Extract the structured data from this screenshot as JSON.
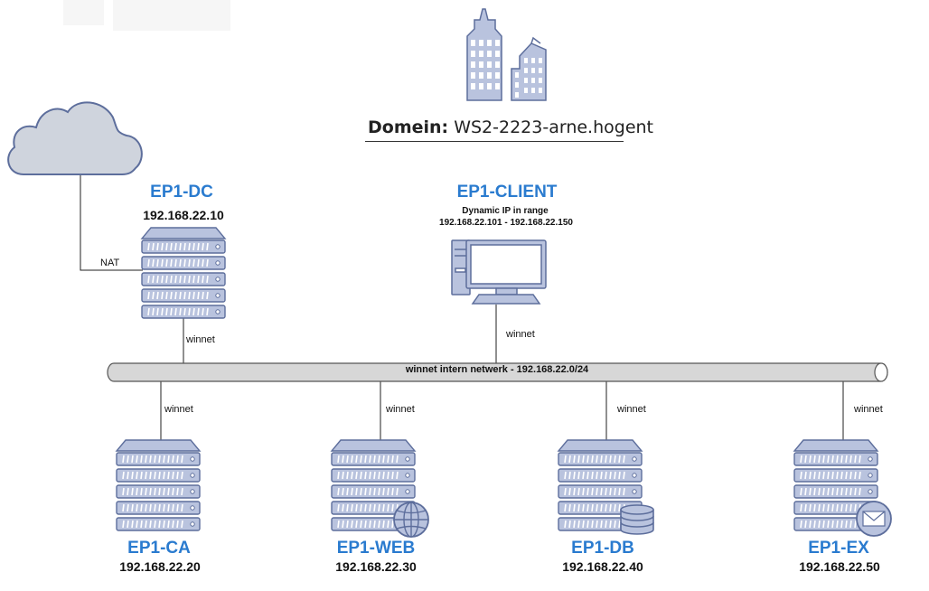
{
  "domain": {
    "label": "Domein:",
    "value": "WS2-2223-arne.hogent"
  },
  "network": {
    "pipe_label": "winnet intern netwerk - 192.168.22.0/24",
    "link_label": "winnet",
    "nat_label": "NAT"
  },
  "nodes": {
    "dc": {
      "name": "EP1-DC",
      "ip": "192.168.22.10"
    },
    "client": {
      "name": "EP1-CLIENT",
      "note": "Dynamic IP in range",
      "range": "192.168.22.101 - 192.168.22.150"
    },
    "ca": {
      "name": "EP1-CA",
      "ip": "192.168.22.20"
    },
    "web": {
      "name": "EP1-WEB",
      "ip": "192.168.22.30"
    },
    "db": {
      "name": "EP1-DB",
      "ip": "192.168.22.40"
    },
    "ex": {
      "name": "EP1-EX",
      "ip": "192.168.22.50"
    }
  },
  "icons": [
    "cloud-icon",
    "buildings-icon",
    "server-icon",
    "workstation-icon",
    "globe-icon",
    "database-icon",
    "mail-icon"
  ],
  "colors": {
    "icon_fill": "#b9c3de",
    "icon_stroke": "#5d6e9c",
    "cloud_fill": "#cfd4dd",
    "name_blue": "#2a7bcf",
    "pipe_fill": "#d7d7d7"
  }
}
